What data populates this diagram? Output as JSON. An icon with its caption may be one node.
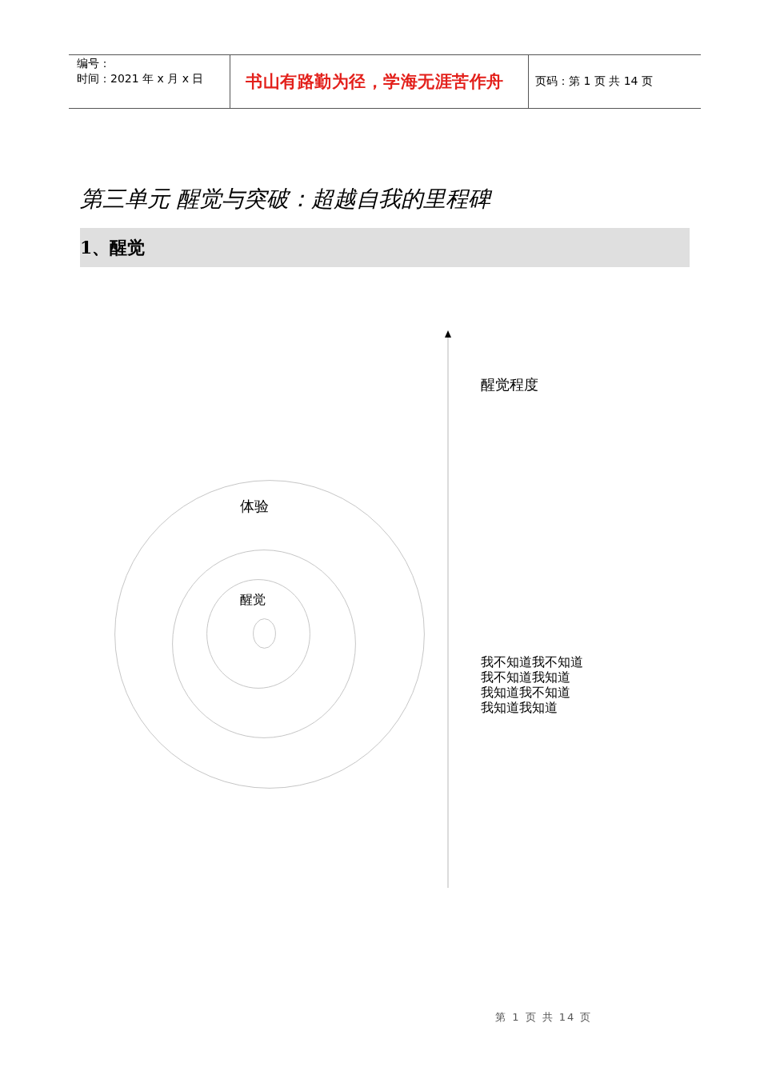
{
  "diagram": {
    "title": "第三单元 醒觉与突破：超越自我的里程碑",
    "nodes": [
      {
        "text": [
          "体验"
        ]
      },
      {
        "text": [],
        "shape": "circle",
        "in": 0
      },
      {
        "text": [
          "醒觉"
        ],
        "in": 1
      },
      {
        "text": [],
        "shape": "circle",
        "in": 2
      }
    ],
    "labels": [
      "编号：",
      "时间：2021 年 x 月 x 日",
      "书山有路勤为径，学海无涯苦作舟",
      "页码：第 1 页 共 14 页",
      "1、醒觉",
      "醒觉程度",
      "我不知道我不知道",
      "我不知道我知道",
      "我知道我不知道",
      "我知道我知道",
      "第 1 页 共 14 页"
    ]
  }
}
